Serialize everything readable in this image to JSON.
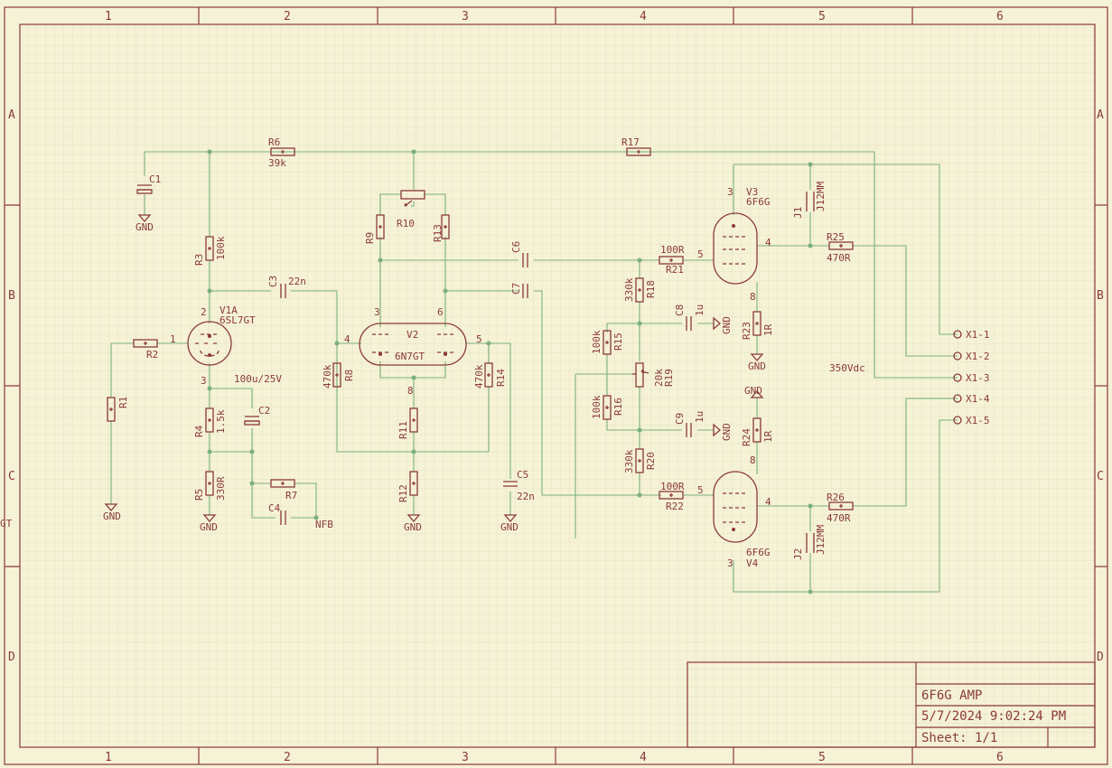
{
  "frame": {
    "columns": [
      "1",
      "2",
      "3",
      "4",
      "5",
      "6"
    ],
    "rows": [
      "A",
      "B",
      "C",
      "D"
    ]
  },
  "title_block": {
    "title": "6F6G AMP",
    "datetime": "5/7/2024 9:02:24 PM",
    "sheet": "Sheet: 1/1"
  },
  "offsheet_text": "GT",
  "labels": {
    "c1": "C1",
    "gnd_c1": "GND",
    "r6": "R6",
    "r6v": "39k",
    "r17": "R17",
    "r3": "R3",
    "r3v": "100k",
    "r2": "R2",
    "r1": "R1",
    "gnd_r1": "GND",
    "v1a": "V1A",
    "v1a_type": "6SL7GT",
    "c3": "C3",
    "c3v": "22n",
    "c2v": "100u/25V",
    "c2": "C2",
    "r4": "R4",
    "r4v": "1.5k",
    "r5": "R5",
    "r5v": "330R",
    "gnd_r5": "GND",
    "r7": "R7",
    "c4": "C4",
    "nfb": "NFB",
    "r9": "R9",
    "r10": "R10",
    "r13": "R13",
    "v2": "V2",
    "v2_type": "6N7GT",
    "r8": "R8",
    "r8v": "470k",
    "r14": "R14",
    "r14v": "470k",
    "r11": "R11",
    "r12": "R12",
    "gnd_r12": "GND",
    "c5": "C5",
    "c5v": "22n",
    "gnd_c5": "GND",
    "c6": "C6",
    "c7": "C7",
    "r21v": "100R",
    "r21": "R21",
    "r22v": "100R",
    "r22": "R22",
    "r18v": "330k",
    "r18": "R18",
    "r20v": "330k",
    "r20": "R20",
    "r15v": "100k",
    "r15": "R15",
    "r16v": "100k",
    "r16": "R16",
    "r19v": "20k",
    "r19": "R19",
    "c8": "C8",
    "c8v": "1u",
    "gnd_c8": "GND",
    "c9": "C9",
    "c9v": "1u",
    "gnd_c9": "GND",
    "v3": "V3",
    "v3_type": "6F6G",
    "v4": "V4",
    "v4_type": "6F6G",
    "j1": "J1",
    "j1v": "J12MM",
    "j2": "J2",
    "j2v": "J12MM",
    "r23": "R23",
    "r23v": "1R",
    "gnd_r23": "GND",
    "r24": "R24",
    "r24v": "1R",
    "gnd_r24": "GND",
    "r25": "R25",
    "r25v": "470R",
    "r26": "R26",
    "r26v": "470R",
    "hv": "350Vdc",
    "x1": "X1-1",
    "x2": "X1-2",
    "x3": "X1-3",
    "x4": "X1-4",
    "x5": "X1-5"
  },
  "colors": {
    "background": "#f5f2d6",
    "grid": "#e2ddb6",
    "wire": "#7ab07a",
    "part": "#8b3a3a"
  }
}
